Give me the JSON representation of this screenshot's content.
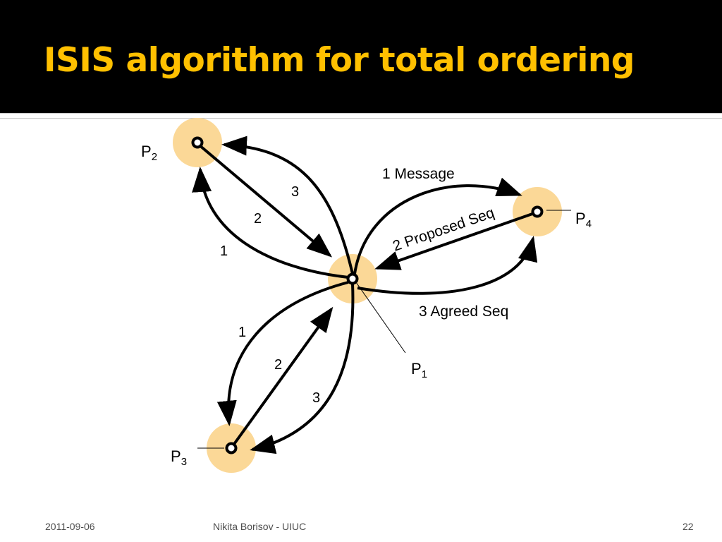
{
  "slide": {
    "title": "ISIS algorithm for total ordering",
    "title_color": "#ffc000",
    "header_bg": "#000000"
  },
  "diagram": {
    "node_halo_color": "#fbd897",
    "nodes": {
      "p1": {
        "label": "P",
        "sub": "1"
      },
      "p2": {
        "label": "P",
        "sub": "2"
      },
      "p3": {
        "label": "P",
        "sub": "3"
      },
      "p4": {
        "label": "P",
        "sub": "4"
      }
    },
    "labels": {
      "p2_step1": "1",
      "p2_step2": "2",
      "p2_step3": "3",
      "p3_step1": "1",
      "p3_step2": "2",
      "p3_step3": "3",
      "p4_message": "1 Message",
      "p4_proposed": "2 Proposed Seq",
      "p4_agreed": "3 Agreed Seq"
    }
  },
  "footer": {
    "date": "2011-09-06",
    "author": "Nikita Borisov - UIUC",
    "page": "22"
  }
}
